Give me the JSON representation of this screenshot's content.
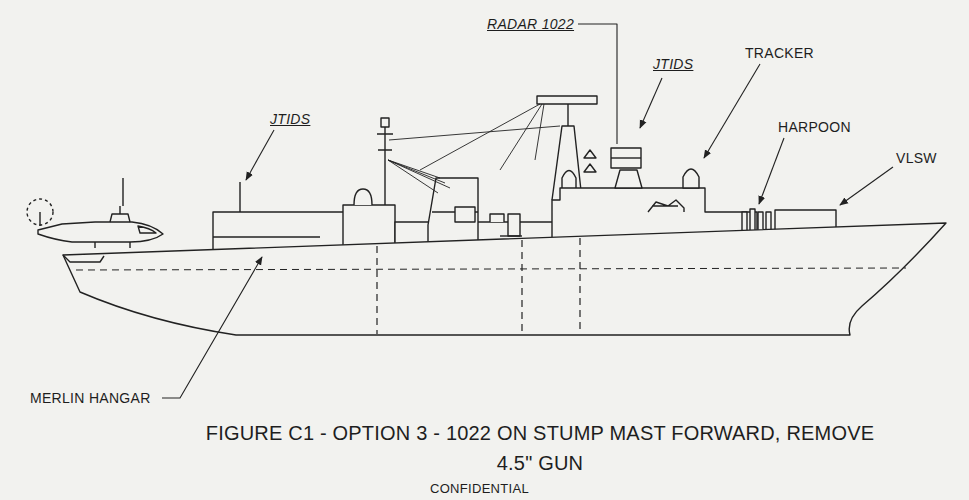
{
  "diagram": {
    "caption": "FIGURE C1 - OPTION 3 - 1022 ON STUMP MAST FORWARD, REMOVE 4.5\" GUN",
    "labels": [
      "RADAR 1022",
      "TRACKER",
      "JTIDS",
      "JTIDS",
      "HARPOON",
      "VLSW",
      "MERLIN HANGAR",
      "CONFIDENTIAL"
    ]
  }
}
